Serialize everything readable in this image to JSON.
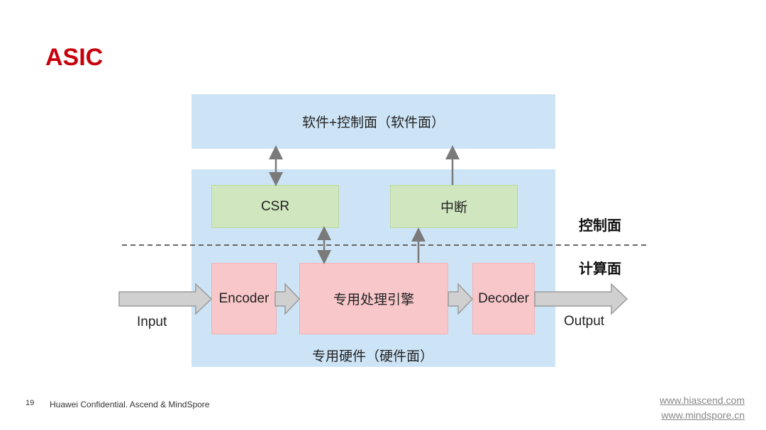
{
  "slide": {
    "title": "ASIC",
    "page_number": "19",
    "footer": "Huawei Confidential. Ascend & MindSpore",
    "links": [
      "www.hiascend.com",
      "www.mindspore.cn"
    ]
  },
  "diagram": {
    "software_layer": "软件+控制面（软件面）",
    "hardware_layer": "专用硬件（硬件面）",
    "csr": "CSR",
    "interrupt": "中断",
    "encoder": "Encoder",
    "engine": "专用处理引擎",
    "decoder": "Decoder",
    "input": "Input",
    "output": "Output",
    "control_plane": "控制面",
    "compute_plane": "计算面"
  },
  "colors": {
    "title": "#c7000b",
    "layer_blue": "#cde4f6",
    "module_green": "#cfe6bf",
    "module_pink": "#f8c7c9",
    "arrow_gray": "#7a7a7a"
  }
}
